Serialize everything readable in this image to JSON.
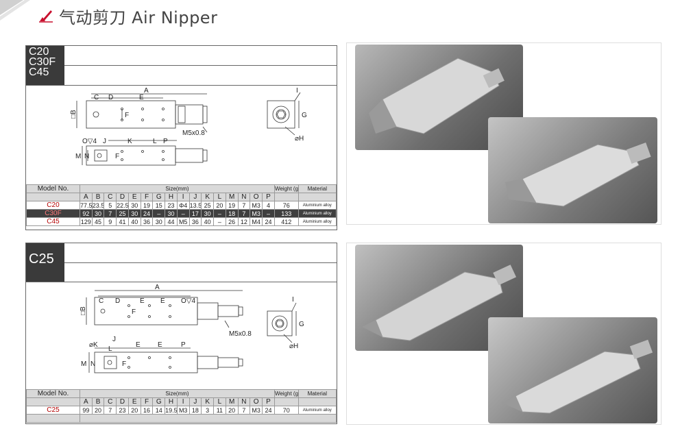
{
  "header": {
    "title": "气动剪刀  Air Nipper"
  },
  "panel1": {
    "models": [
      "C20",
      "C30F",
      "C45"
    ],
    "labels": {
      "A": "A",
      "B": "□B",
      "C": "C",
      "D": "D",
      "E": "E",
      "F": "F",
      "G": "G",
      "H": "⌀H",
      "I": "I",
      "J": "J",
      "K": "K",
      "L": "L",
      "M": "M",
      "N": "N",
      "P": "P",
      "O": "O▽4",
      "thread": "M5x0.8"
    },
    "table": {
      "model_header": "Model No.",
      "size_header": "Size(mm)",
      "weight_header": "Weight (g)",
      "material_header": "Material",
      "columns": [
        "A",
        "B",
        "C",
        "D",
        "E",
        "F",
        "G",
        "H",
        "I",
        "J",
        "K",
        "L",
        "M",
        "N",
        "O",
        "P"
      ],
      "rows": [
        {
          "model": "C20",
          "values": [
            "77.5",
            "23.5",
            "5",
            "22.5",
            "30",
            "19",
            "15",
            "23",
            "Φ4",
            "13.5",
            "25",
            "20",
            "19",
            "7",
            "M3",
            "4"
          ],
          "weight": "76",
          "material": "Aluminium alloy"
        },
        {
          "model": "C30F",
          "values": [
            "92",
            "30",
            "7",
            "25",
            "30",
            "24",
            "–",
            "30",
            "–",
            "17",
            "30",
            "–",
            "18",
            "7",
            "M3",
            "–"
          ],
          "weight": "133",
          "material": "Aluminium alloy"
        },
        {
          "model": "C45",
          "values": [
            "129",
            "45",
            "9",
            "41",
            "40",
            "36",
            "30",
            "44",
            "M5",
            "36",
            "40",
            "–",
            "26",
            "12",
            "M4",
            "24"
          ],
          "weight": "412",
          "material": "Aluminium alloy"
        }
      ]
    }
  },
  "panel2": {
    "models": [
      "C25"
    ],
    "labels": {
      "A": "A",
      "B": "□B",
      "C": "C",
      "D": "D",
      "E": "E",
      "E2": "E",
      "F": "F",
      "G": "G",
      "H": "⌀H",
      "I": "I",
      "J": "J",
      "K": "⌀K",
      "L": "L",
      "M": "M",
      "N": "N",
      "P": "P",
      "O": "O▽4",
      "thread": "M5x0.8"
    },
    "table": {
      "model_header": "Model No.",
      "size_header": "Size(mm)",
      "weight_header": "Weight (g)",
      "material_header": "Material",
      "columns": [
        "A",
        "B",
        "C",
        "D",
        "E",
        "F",
        "G",
        "H",
        "I",
        "J",
        "K",
        "L",
        "M",
        "N",
        "O",
        "P"
      ],
      "rows": [
        {
          "model": "C25",
          "values": [
            "99",
            "20",
            "7",
            "23",
            "20",
            "16",
            "14",
            "19.5",
            "M3",
            "18",
            "3",
            "11",
            "20",
            "7",
            "M3",
            "24"
          ],
          "weight": "70",
          "material": "Aluminium alloy"
        }
      ]
    }
  },
  "colors": {
    "accent": "#c8102e",
    "tag_bg": "#3a3a3a",
    "header_gray": "#d9d9d9",
    "model_red": "#b30000"
  },
  "icons": [
    "corner-decoration",
    "red-flag-icon"
  ]
}
